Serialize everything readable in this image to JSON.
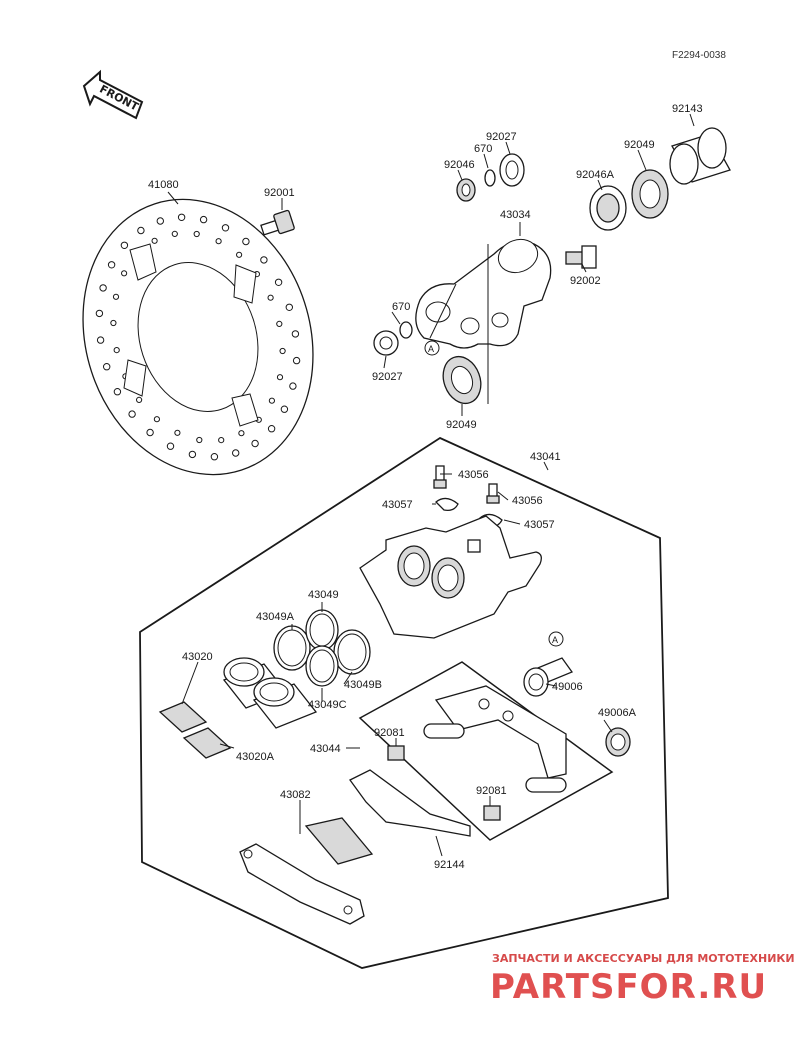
{
  "figure_code": "F2294-0038",
  "front_label": "FRONT",
  "reference_marker": "A",
  "parts": [
    {
      "id": "41080",
      "name": "brake-disc"
    },
    {
      "id": "92001",
      "name": "disc-bolt"
    },
    {
      "id": "92027",
      "name": "collar-upper"
    },
    {
      "id": "670",
      "name": "o-ring-upper"
    },
    {
      "id": "92046",
      "name": "bearing-left"
    },
    {
      "id": "43034",
      "name": "caliper-bracket"
    },
    {
      "id": "92049",
      "name": "oil-seal-upper"
    },
    {
      "id": "92046A",
      "name": "needle-bearing"
    },
    {
      "id": "92143",
      "name": "collar-right"
    },
    {
      "id": "92002",
      "name": "bracket-bolt"
    },
    {
      "id": "43041",
      "name": "caliper-assembly"
    },
    {
      "id": "43056",
      "name": "bleed-valve"
    },
    {
      "id": "43057",
      "name": "valve-cap"
    },
    {
      "id": "43049",
      "name": "piston-seal"
    },
    {
      "id": "43049A",
      "name": "dust-seal"
    },
    {
      "id": "43049B",
      "name": "piston-seal-b"
    },
    {
      "id": "43049C",
      "name": "dust-seal-c"
    },
    {
      "id": "43020",
      "name": "piston"
    },
    {
      "id": "43020A",
      "name": "piston-a"
    },
    {
      "id": "49006",
      "name": "caliper-shaft"
    },
    {
      "id": "49006A",
      "name": "shaft-boot"
    },
    {
      "id": "43044",
      "name": "caliper-holder"
    },
    {
      "id": "92081",
      "name": "spring"
    },
    {
      "id": "43082",
      "name": "brake-pad-set"
    },
    {
      "id": "92144",
      "name": "pad-spring"
    }
  ],
  "labels": {
    "l41080": "41080",
    "l92001": "92001",
    "l92027a": "92027",
    "l670a": "670",
    "l92046": "92046",
    "l43034": "43034",
    "l92049a": "92049",
    "l92046A": "92046A",
    "l92143": "92143",
    "l92002": "92002",
    "l670b": "670",
    "l92027b": "92027",
    "l92049b": "92049",
    "l43041": "43041",
    "l43056a": "43056",
    "l43056b": "43056",
    "l43057a": "43057",
    "l43057b": "43057",
    "l43049": "43049",
    "l43049A": "43049A",
    "l43049B": "43049B",
    "l43049C": "43049C",
    "l43020": "43020",
    "l43020A": "43020A",
    "l49006": "49006",
    "l49006A": "49006A",
    "l43044": "43044",
    "l92081a": "92081",
    "l92081b": "92081",
    "l43082": "43082",
    "l92144": "92144"
  },
  "watermark": {
    "line1": "ЗАПЧАСТИ И АКСЕССУАРЫ ДЛЯ МОТОТЕХНИКИ",
    "line2": "PARTSFOR.RU"
  }
}
